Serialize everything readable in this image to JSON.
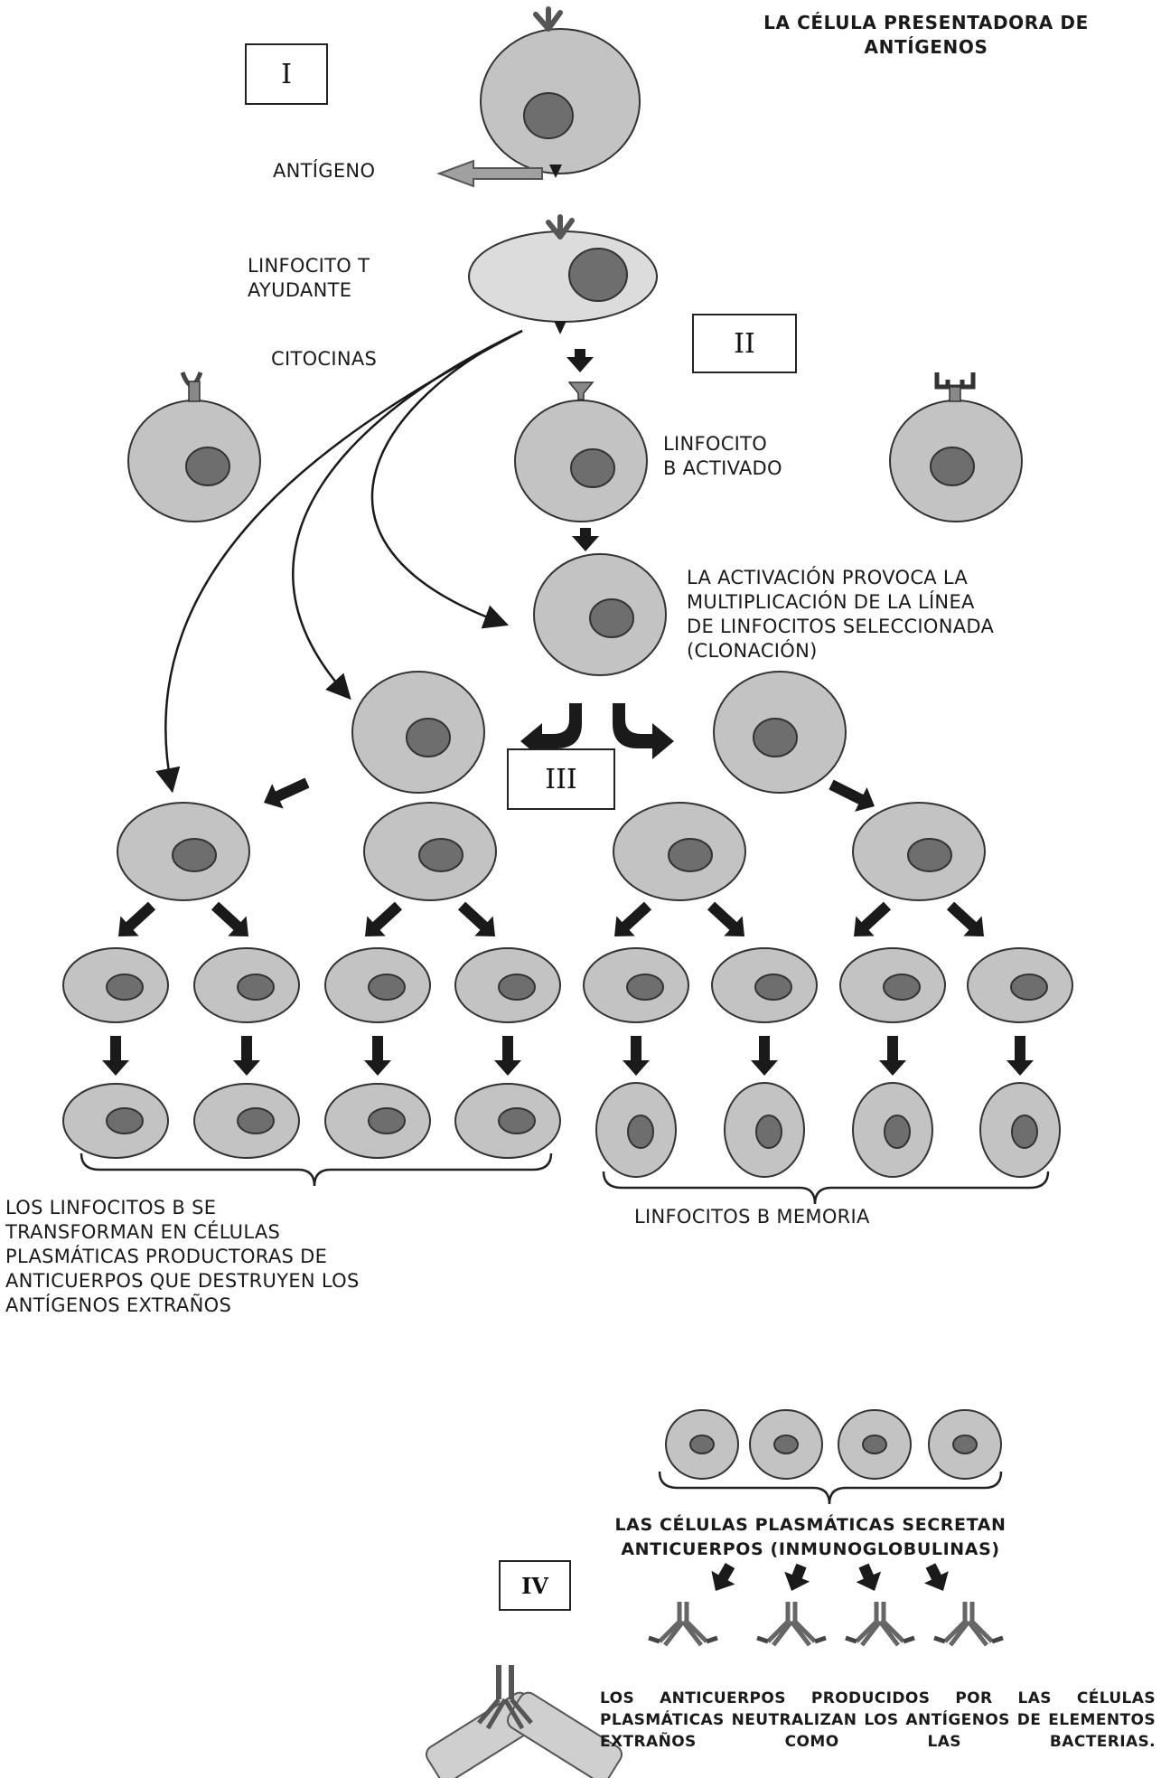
{
  "title": "LA CÉLULA PRESENTADORA DE\nANTÍGENOS",
  "stages": {
    "i": "I",
    "ii": "II",
    "iii": "III",
    "iv": "IV"
  },
  "labels": {
    "antigen": "ANTÍGENO",
    "helper_t": "LINFOCITO T\nAYUDANTE",
    "cytokines": "CITOCINAS",
    "activated_b": "LINFOCITO\nB ACTIVADO",
    "cloning": "LA ACTIVACIÓN PROVOCA LA\nMULTIPLICACIÓN DE LA LÍNEA\nDE LINFOCITOS SELECCIONADA\n(CLONACIÓN)",
    "plasma_transform": "LOS LINFOCITOS B SE\nTRANSFORMAN EN  CÉLULAS\nPLASMÁTICAS PRODUCTORAS DE\nANTICUERPOS QUE DESTRUYEN LOS\nANTÍGENOS EXTRAÑOS",
    "memory_b": "LINFOCITOS B MEMORIA",
    "secrete": "LAS CÉLULAS PLASMÁTICAS SECRETAN\nANTICUERPOS (INMUNOGLOBULINAS)",
    "neutralize": "LOS ANTICUERPOS PRODUCIDOS POR LAS CÉLULAS PLASMÁTICAS NEUTRALIZAN LOS ANTÍGENOS DE ELEMENTOS EXTRAÑOS COMO LAS BACTERIAS."
  },
  "colors": {
    "cell_fill": "#c3c3c3",
    "nucleus_fill": "#6e6e6e",
    "helper_fill": "#dcdcdc",
    "outline": "#333333",
    "arrow_fill": "#1a1a1a",
    "grey_arrow": "#a0a0a0",
    "bacteria_fill": "#cfcfcf"
  }
}
